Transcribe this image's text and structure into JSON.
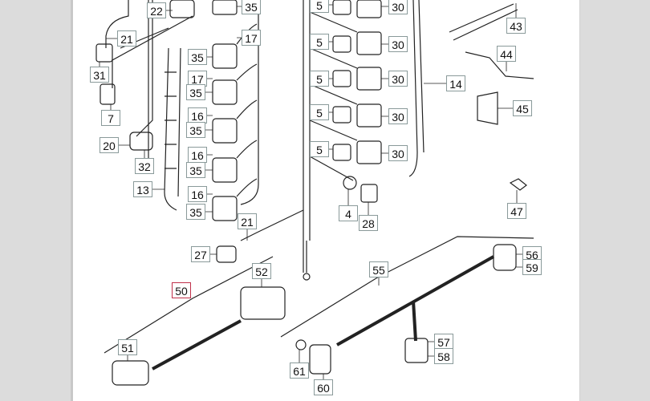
{
  "diagram": {
    "callouts": {
      "c22": "22",
      "c35a": "35",
      "c17a": "17",
      "c35b": "35",
      "c17b": "17",
      "c35c": "35",
      "c16a": "16",
      "c35d": "35",
      "c16b": "16",
      "c35e": "35",
      "c16c": "16",
      "c35f": "35",
      "c21a": "21",
      "c31": "31",
      "c7": "7",
      "c20": "20",
      "c32": "32",
      "c13": "13",
      "c5a": "5",
      "c5b": "5",
      "c5c": "5",
      "c5d": "5",
      "c5e": "5",
      "c30a": "30",
      "c30b": "30",
      "c30c": "30",
      "c30d": "30",
      "c30e": "30",
      "c14": "14",
      "c43": "43",
      "c44": "44",
      "c45": "45",
      "c47": "47",
      "c4": "4",
      "c28": "28",
      "c21b": "21",
      "c27": "27",
      "c52": "52",
      "c50": "50",
      "c51": "51",
      "c55": "55",
      "c56": "56",
      "c59": "59",
      "c57": "57",
      "c58": "58",
      "c61": "61",
      "c60": "60"
    },
    "selected_callout": "50",
    "colors": {
      "selected_border": "#c0304a",
      "callout_border": "#8a9a9a",
      "panel": "#dcdcdc"
    }
  }
}
